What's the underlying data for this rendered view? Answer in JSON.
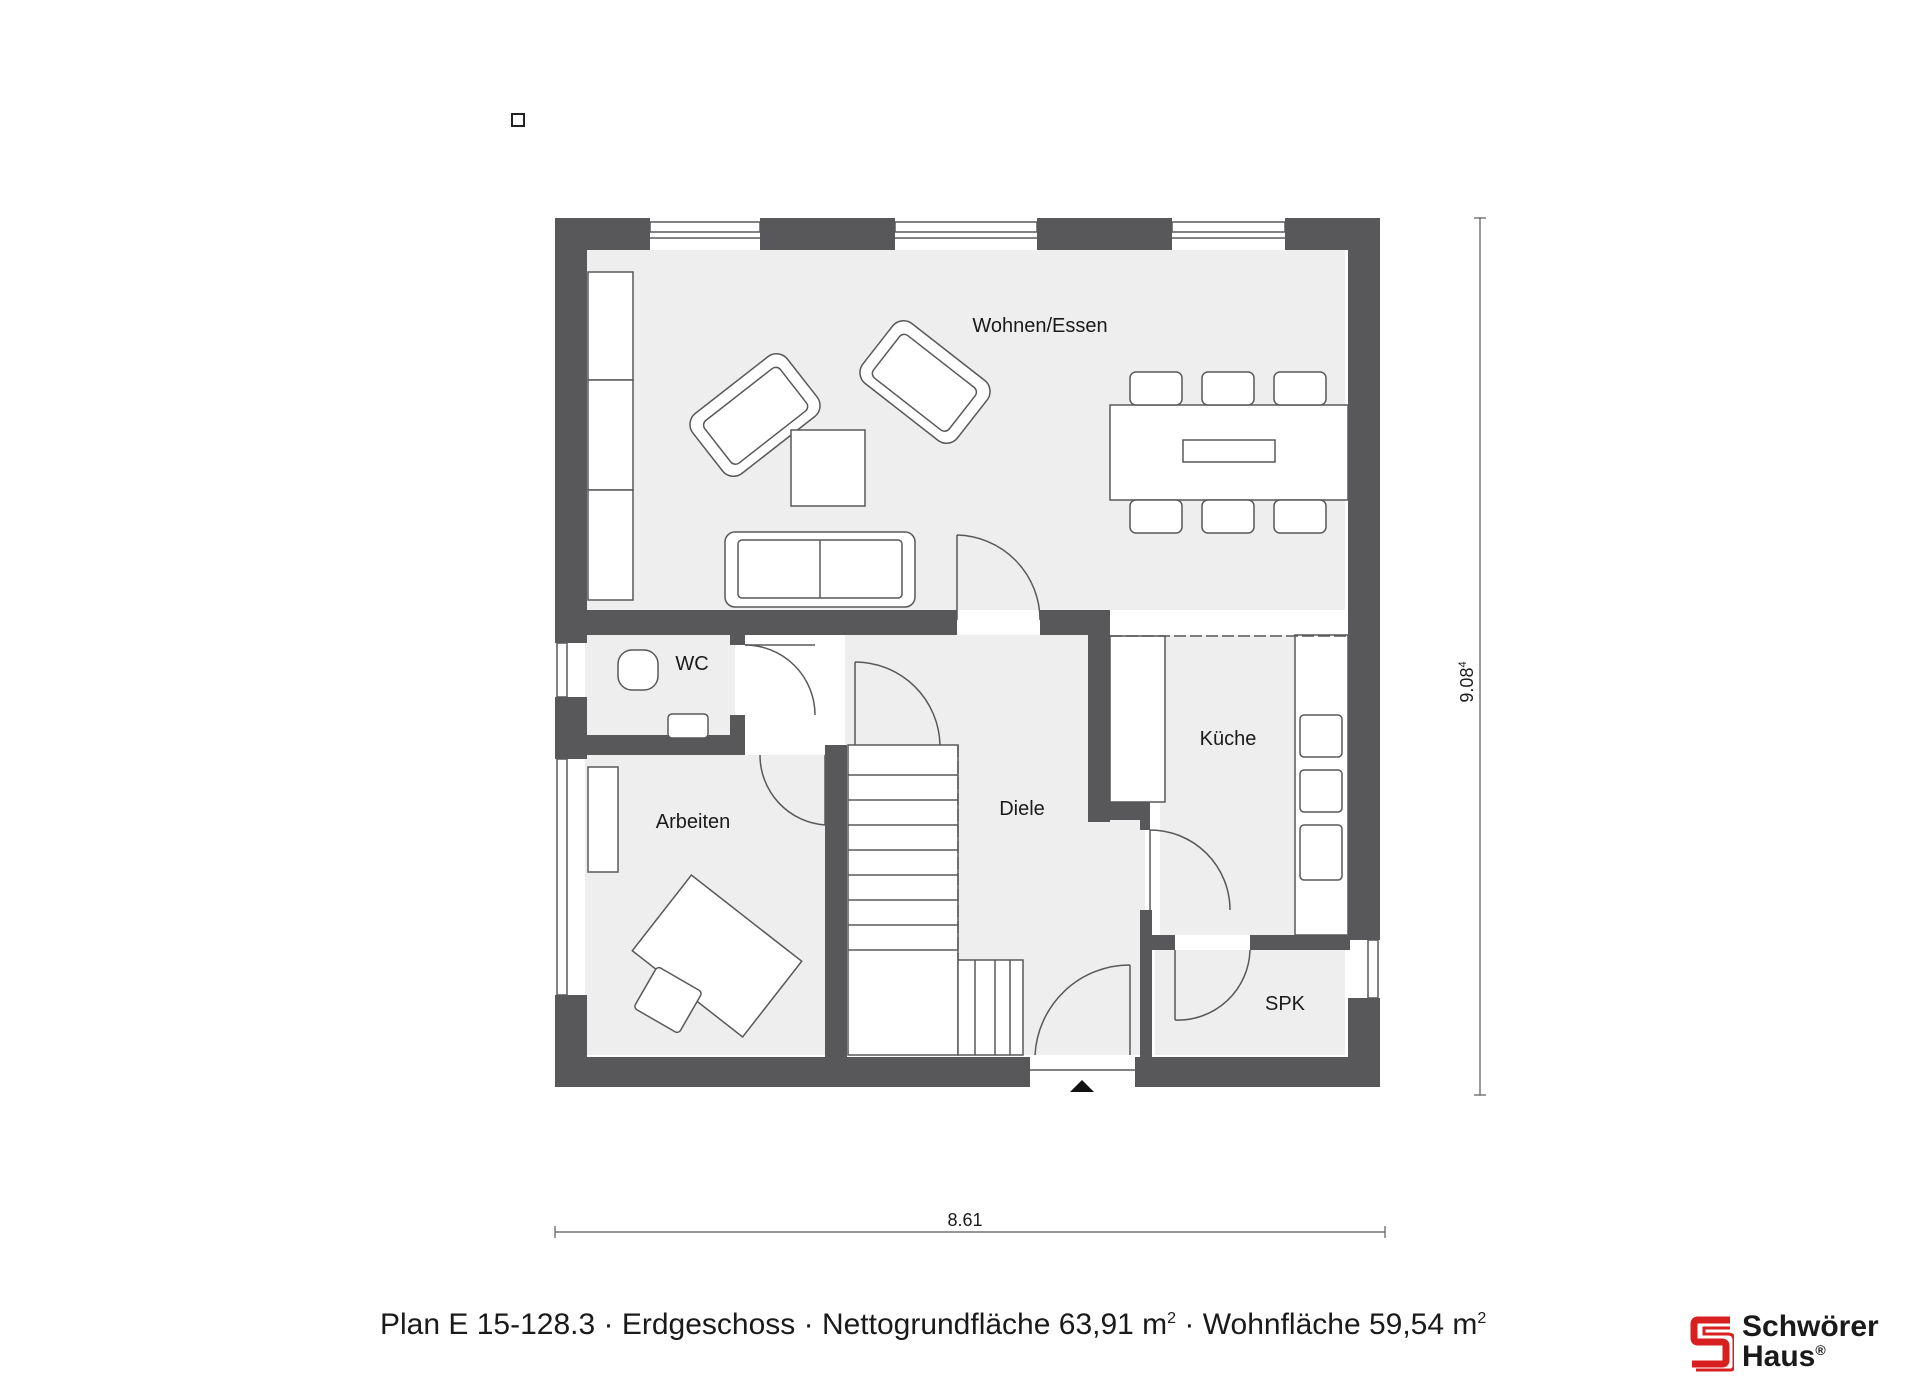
{
  "rooms": {
    "wohnen": "Wohnen/Essen",
    "wc": "WC",
    "kueche": "Küche",
    "arbeiten": "Arbeiten",
    "diele": "Diele",
    "spk": "SPK"
  },
  "dimensions": {
    "width": "8.61",
    "height": "9.08",
    "height_sup": "4"
  },
  "caption": {
    "plan": "Plan E 15-128.3",
    "floor": "Erdgeschoss",
    "net_label": "Nettogrundfläche 63,91 m",
    "net_sup": "2",
    "living_label": "Wohnfläche 59,54 m",
    "living_sup": "2",
    "separator": " · "
  },
  "logo": {
    "line1": "Schwörer",
    "line2": "Haus",
    "registered": "®"
  },
  "colors": {
    "wall": "#58585a",
    "floor": "#eeeeee",
    "logo_red": "#d7201f"
  }
}
